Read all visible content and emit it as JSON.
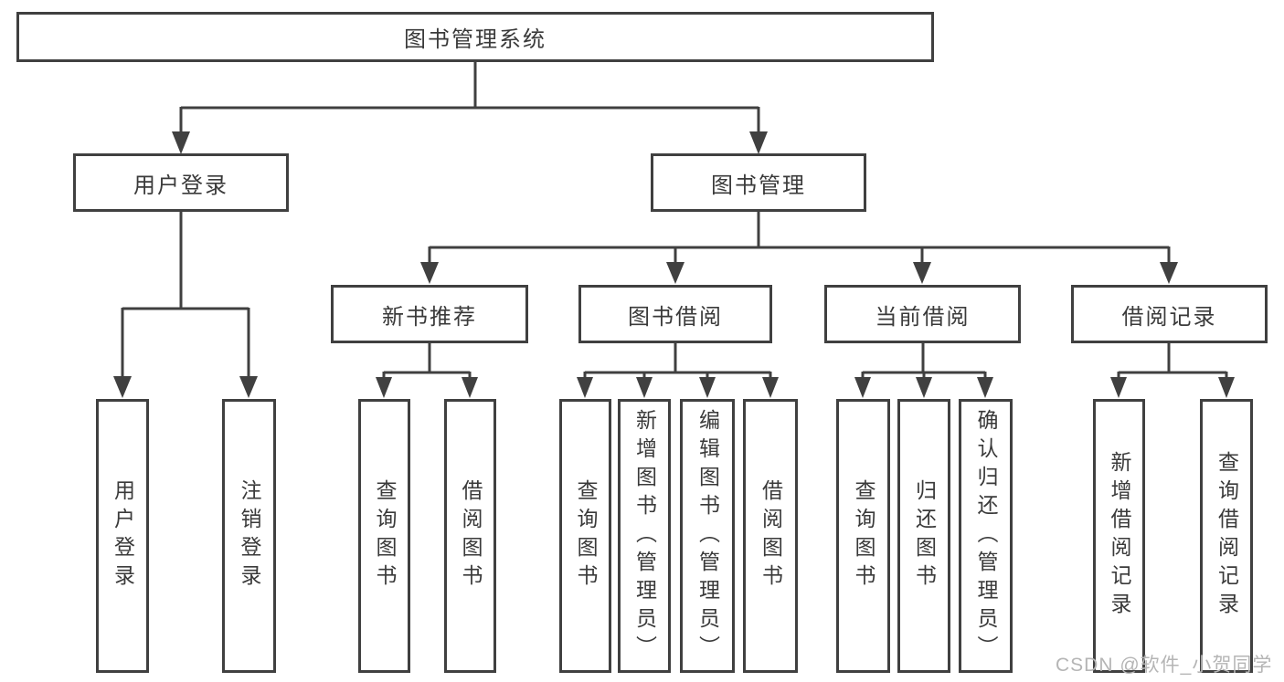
{
  "diagram": {
    "root": {
      "label": "图书管理系统",
      "children": [
        {
          "label": "用户登录",
          "children": [
            {
              "label": "用户登录"
            },
            {
              "label": "注销登录"
            }
          ]
        },
        {
          "label": "图书管理",
          "children": [
            {
              "label": "新书推荐",
              "children": [
                {
                  "label": "查询图书"
                },
                {
                  "label": "借阅图书"
                }
              ]
            },
            {
              "label": "图书借阅",
              "children": [
                {
                  "label": "查询图书"
                },
                {
                  "label": "新增图书（管理员）"
                },
                {
                  "label": "编辑图书（管理员）"
                },
                {
                  "label": "借阅图书"
                }
              ]
            },
            {
              "label": "当前借阅",
              "children": [
                {
                  "label": "查询图书"
                },
                {
                  "label": "归还图书"
                },
                {
                  "label": "确认归还（管理员）"
                }
              ]
            },
            {
              "label": "借阅记录",
              "children": [
                {
                  "label": "新增借阅记录"
                },
                {
                  "label": "查询借阅记录"
                }
              ]
            }
          ]
        }
      ]
    },
    "watermark": "CSDN @软件_小贺同学",
    "colors": {
      "line": "#404040",
      "box_border": "#404040",
      "text": "#3a3a3a",
      "background": "#ffffff",
      "watermark": "#b5b5b5"
    }
  }
}
